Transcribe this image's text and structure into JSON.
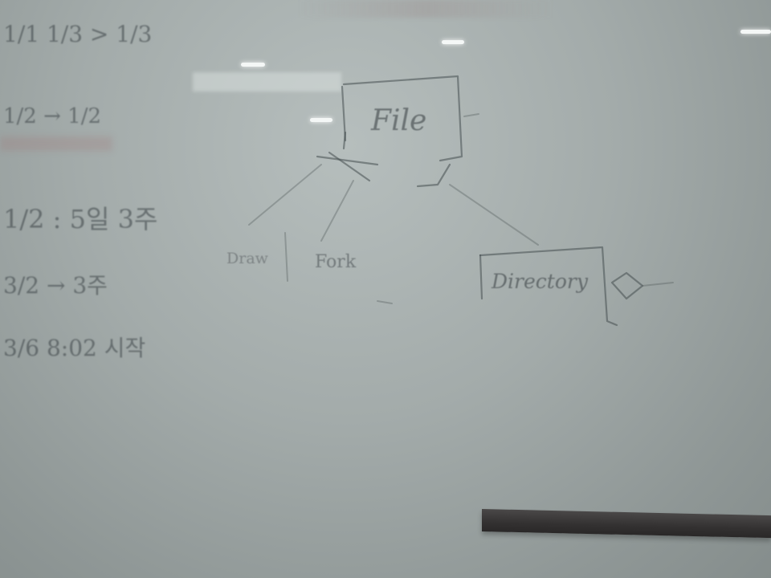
{
  "diagram": {
    "nodes": {
      "file": "File",
      "draw": "Draw",
      "fork": "Fork",
      "directory": "Directory"
    }
  },
  "notes": {
    "line1": "1/1 1/3 > 1/3",
    "line2": "1/2 → 1/2",
    "line3": "1/2 : 5일 3주",
    "line4": "3/2 → 3주",
    "line5": "3/6 8:02 시작"
  }
}
